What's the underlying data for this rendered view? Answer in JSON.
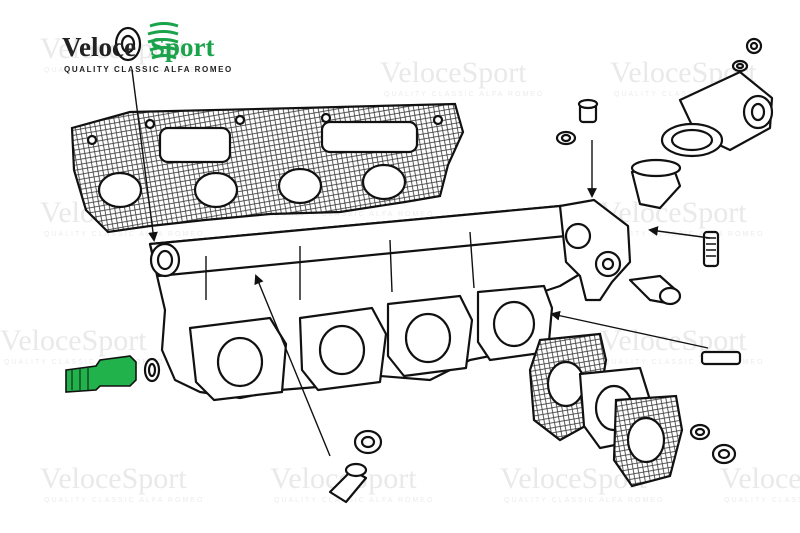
{
  "logo": {
    "word_left": "Veloce",
    "word_right": "Sport",
    "tagline": "QUALITY CLASSIC ALFA ROMEO",
    "accent_color": "#1aa34a",
    "text_color": "#222222"
  },
  "watermark": {
    "text": "VeloceSport",
    "tagline": "QUALITY CLASSIC ALFA ROMEO",
    "color": "#e9e9e9"
  },
  "highlight_color": "#22b24c",
  "icons": [
    "veloce-sport-logo",
    "coil-spring-icon"
  ]
}
